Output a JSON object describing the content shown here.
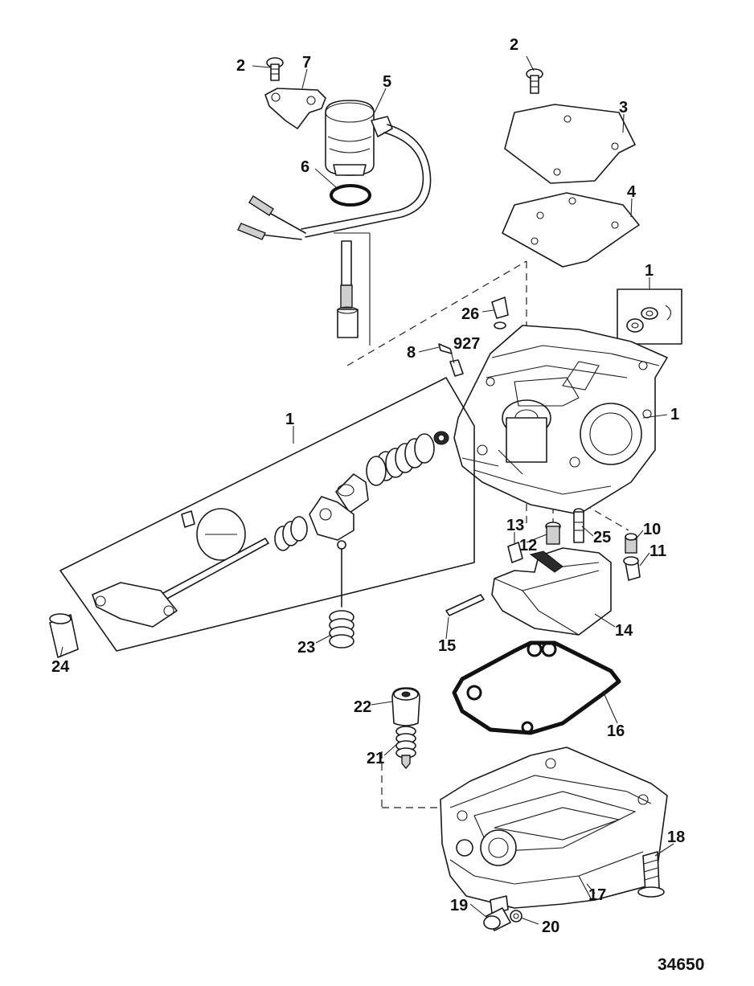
{
  "figure_number": "34650",
  "callouts": [
    {
      "id": "c2a",
      "text": "2"
    },
    {
      "id": "c7",
      "text": "7"
    },
    {
      "id": "c5",
      "text": "5"
    },
    {
      "id": "c6",
      "text": "6"
    },
    {
      "id": "c2b",
      "text": "2"
    },
    {
      "id": "c3",
      "text": "3"
    },
    {
      "id": "c4",
      "text": "4"
    },
    {
      "id": "c1a",
      "text": "1"
    },
    {
      "id": "c26",
      "text": "26"
    },
    {
      "id": "c8",
      "text": "8"
    },
    {
      "id": "c927",
      "text": "927"
    },
    {
      "id": "c1b",
      "text": "1"
    },
    {
      "id": "c1c",
      "text": "1"
    },
    {
      "id": "c13",
      "text": "13"
    },
    {
      "id": "c12",
      "text": "12"
    },
    {
      "id": "c25",
      "text": "25"
    },
    {
      "id": "c10",
      "text": "10"
    },
    {
      "id": "c11",
      "text": "11"
    },
    {
      "id": "c14",
      "text": "14"
    },
    {
      "id": "c15",
      "text": "15"
    },
    {
      "id": "c23",
      "text": "23"
    },
    {
      "id": "c24",
      "text": "24"
    },
    {
      "id": "c22",
      "text": "22"
    },
    {
      "id": "c16",
      "text": "16"
    },
    {
      "id": "c21",
      "text": "21"
    },
    {
      "id": "c18",
      "text": "18"
    },
    {
      "id": "c17",
      "text": "17"
    },
    {
      "id": "c19",
      "text": "19"
    },
    {
      "id": "c20",
      "text": "20"
    }
  ]
}
